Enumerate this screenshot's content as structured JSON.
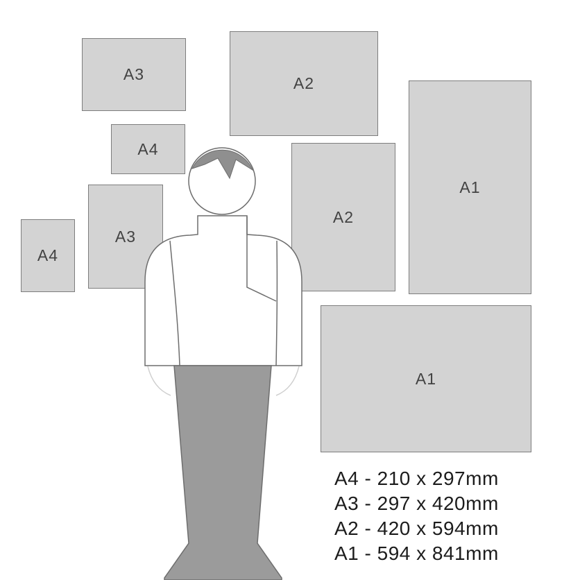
{
  "sheets": [
    {
      "label": "A3",
      "orientation": "landscape"
    },
    {
      "label": "A2",
      "orientation": "landscape"
    },
    {
      "label": "A4",
      "orientation": "landscape"
    },
    {
      "label": "A1",
      "orientation": "portrait"
    },
    {
      "label": "A2",
      "orientation": "portrait"
    },
    {
      "label": "A3",
      "orientation": "portrait"
    },
    {
      "label": "A4",
      "orientation": "portrait"
    },
    {
      "label": "A1",
      "orientation": "landscape"
    }
  ],
  "legend": {
    "lines": [
      "A4 - 210 x 297mm",
      "A3 - 297 x 420mm",
      "A2 - 420 x 594mm",
      "A1 - 594 x 841mm"
    ]
  },
  "paper_sizes": [
    {
      "name": "A4",
      "size_mm": "210 x 297"
    },
    {
      "name": "A3",
      "size_mm": "297 x 420"
    },
    {
      "name": "A2",
      "size_mm": "420 x 594"
    },
    {
      "name": "A1",
      "size_mm": "594 x 841"
    }
  ],
  "colors": {
    "sheet_fill": "#d3d3d3",
    "sheet_border": "#7d7d7d",
    "figure_gray": "#9b9b9b",
    "label_text": "#424242",
    "legend_text": "#1c1c1c"
  }
}
